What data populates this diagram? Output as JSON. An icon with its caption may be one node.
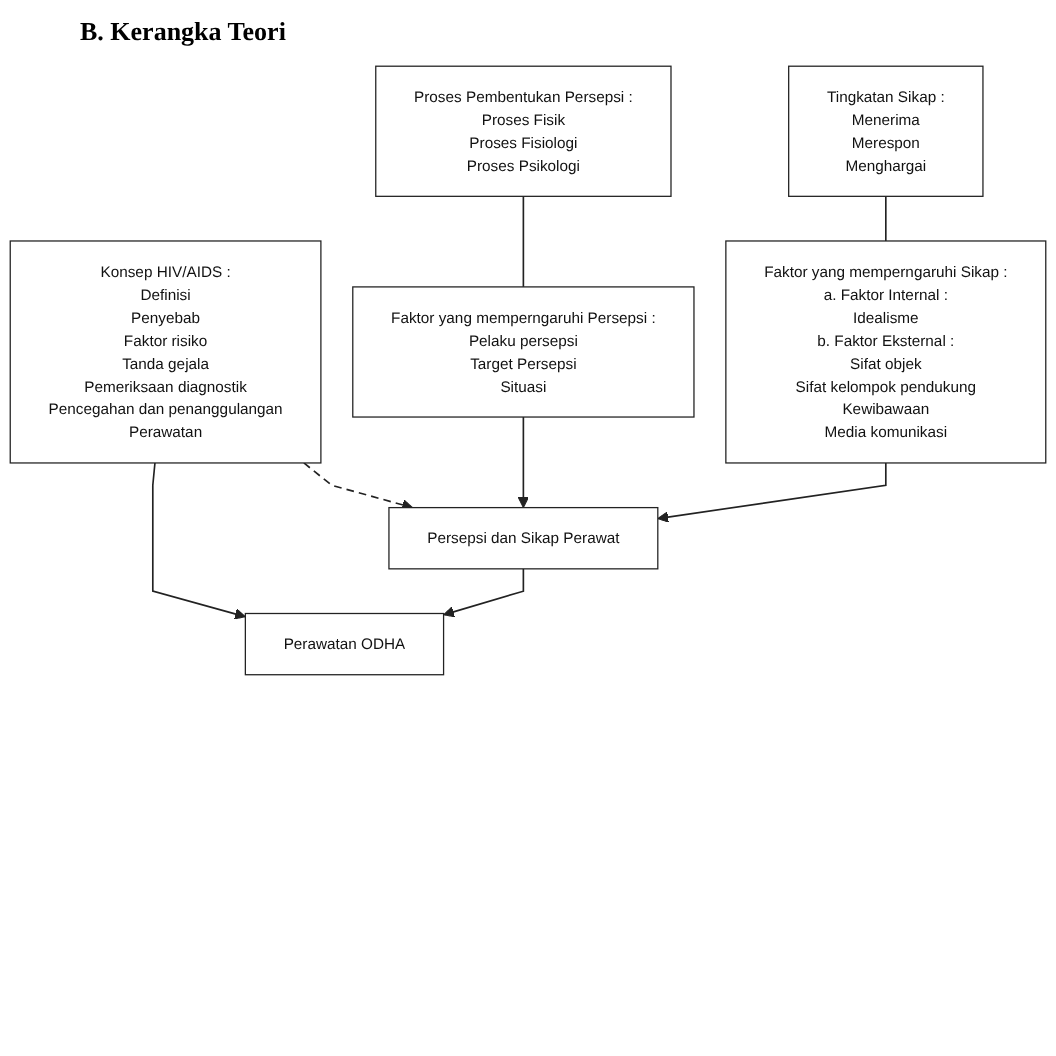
{
  "diagram": {
    "title": "B. Kerangka Teori",
    "nodes": [
      {
        "text": [
          "Tingkatan Sikap :",
          "Menerima",
          "Merespon",
          "Menghargai"
        ]
      },
      {
        "text": [
          "Proses Pembentukan Persepsi :",
          "Proses Fisik",
          "Proses Fisiologi",
          "Proses Psikologi"
        ]
      },
      {
        "text": [
          "Konsep HIV/AIDS :",
          "Definisi",
          "Penyebab",
          "Faktor risiko",
          "Tanda gejala",
          "Pemeriksaan diagnostik",
          "Pencegahan dan penanggulangan",
          "Perawatan"
        ]
      },
      {
        "text": [
          "Faktor yang memperngaruhi Sikap :",
          "a. Faktor Internal :",
          "Idealisme",
          "b. Faktor Eksternal :",
          "Sifat objek",
          "Sifat kelompok pendukung",
          "Kewibawaan",
          "Media komunikasi"
        ]
      },
      {
        "text": [
          "Faktor yang memperngaruhi Persepsi :",
          "Pelaku persepsi",
          "Target Persepsi",
          "Situasi"
        ]
      },
      {
        "text": [
          "Persepsi dan Sikap Perawat"
        ]
      },
      {
        "text": [
          "Perawatan ODHA"
        ]
      }
    ],
    "edges": [
      {
        "from": 0,
        "to": 3,
        "arrow": "none"
      },
      {
        "from": 1,
        "to": 4,
        "arrow": "none"
      },
      {
        "from": 4,
        "to": 5,
        "arrow": "to"
      },
      {
        "from": 3,
        "to": 5,
        "arrow": "to"
      },
      {
        "from": 2,
        "to": 6,
        "arrow": "to"
      },
      {
        "from": 2,
        "to": 5,
        "arrow": "to",
        "style": "dashed"
      },
      {
        "from": 5,
        "to": 6,
        "arrow": "to"
      }
    ]
  }
}
